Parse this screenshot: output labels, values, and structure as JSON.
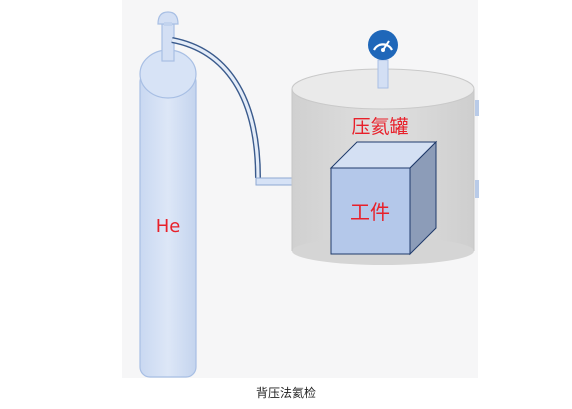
{
  "cylinder": {
    "label": "He"
  },
  "tank": {
    "label": "压氦罐"
  },
  "workpiece": {
    "label": "工件"
  },
  "caption": "背压法氦检",
  "gauge": {
    "icon": "pressure-gauge-icon"
  },
  "colors": {
    "label_red": "#e8202a",
    "panel_bg": "#f6f6f7",
    "cylinder_fill": "#d6e2f6",
    "cylinder_stroke": "#a8bfe4",
    "tank_fill": "#d9d9d9",
    "tank_top": "#eaeaea",
    "cube_front": "#b4c8ea",
    "cube_top": "#d4e0f3",
    "cube_side": "#8c9cb8",
    "cube_stroke": "#1f3a6b",
    "gauge_blue": "#1f67b9"
  }
}
